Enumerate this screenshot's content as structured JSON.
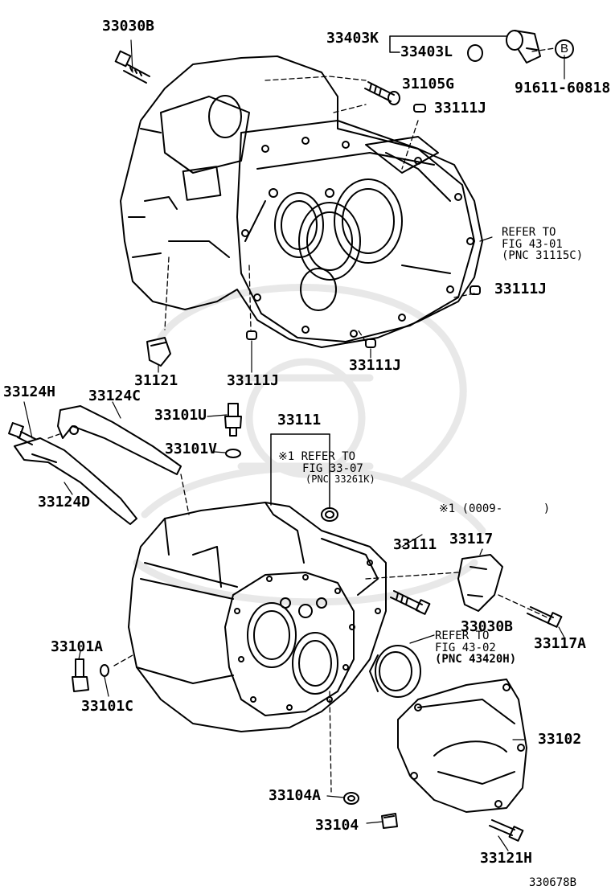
{
  "labels": {
    "p33030B_top": "33030B",
    "p33403K": "33403K",
    "p33403L": "33403L",
    "p91611": "91611-60818",
    "p31105G": "31105G",
    "p33111J_a": "33111J",
    "p33111J_b": "33111J",
    "p33111J_c": "33111J",
    "p33111J_d": "33111J",
    "p31121": "31121",
    "p33124H": "33124H",
    "p33124C": "33124C",
    "p33124D": "33124D",
    "p33101U": "33101U",
    "p33101V": "33101V",
    "p33111_top": "33111",
    "p33111_mid": "33111",
    "p33117": "33117",
    "p33030B_mid": "33030B",
    "p33117A": "33117A",
    "p33101A": "33101A",
    "p33101C": "33101C",
    "p33102": "33102",
    "p33104A": "33104A",
    "p33104": "33104",
    "p33121H": "33121H"
  },
  "circle_b": "B",
  "notes": {
    "ref_43_01": [
      "REFER TO",
      "FIG 43-01",
      "(PNC 31115C)"
    ],
    "ref_33_07": [
      "※1 REFER TO",
      "FIG 33-07",
      "(PNC 33261K)"
    ],
    "ref_43_02": [
      "REFER TO",
      "FIG 43-02",
      "(PNC 43420H)"
    ],
    "footnote": "※1 (0009-      )"
  },
  "figure_number": "330678B"
}
